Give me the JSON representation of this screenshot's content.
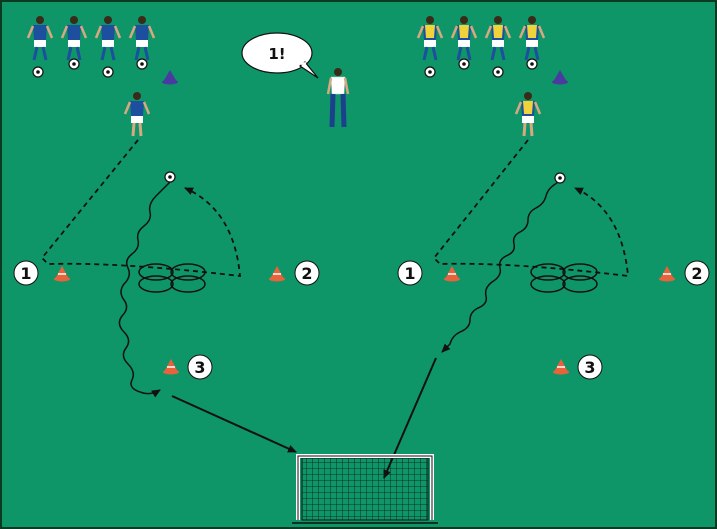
{
  "pitch": {
    "color": "#0e9668",
    "border": "#0b3a22"
  },
  "callout": {
    "text": "1!"
  },
  "stations": [
    {
      "team_color": "#1c4f9e",
      "cone_labels": [
        "1",
        "2",
        "3"
      ]
    },
    {
      "team_color": "#f0d23a",
      "cone_labels": [
        "1",
        "2",
        "3"
      ]
    }
  ],
  "colors": {
    "cone": "#e8623c",
    "cone_marker": "#4a3ba0",
    "arrow": "#111111",
    "net": "#111111",
    "frame": "#ffffff"
  },
  "icons": {
    "player": "player-icon",
    "ball": "ball-icon",
    "cone": "cone-icon",
    "goal": "goal-icon",
    "hoops": "hoop-icon"
  }
}
